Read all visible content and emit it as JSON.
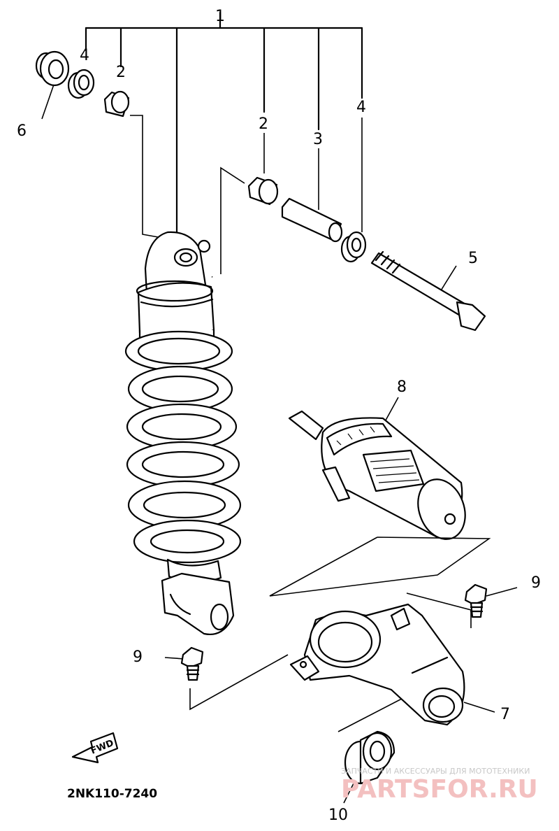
{
  "callouts": {
    "c1": "1",
    "c2a": "2",
    "c2b": "2",
    "c3": "3",
    "c4a": "4",
    "c4b": "4",
    "c5": "5",
    "c6": "6",
    "c7": "7",
    "c8": "8",
    "c9a": "9",
    "c9b": "9",
    "c10": "10"
  },
  "fwd_label": "FWD",
  "part_code": "2NK110-7240",
  "watermark": {
    "tagline": "ЗАПЧАСТИ И АКСЕССУАРЫ ДЛЯ МОТОТЕХНИКИ",
    "brand": "PARTSFOR.RU"
  }
}
